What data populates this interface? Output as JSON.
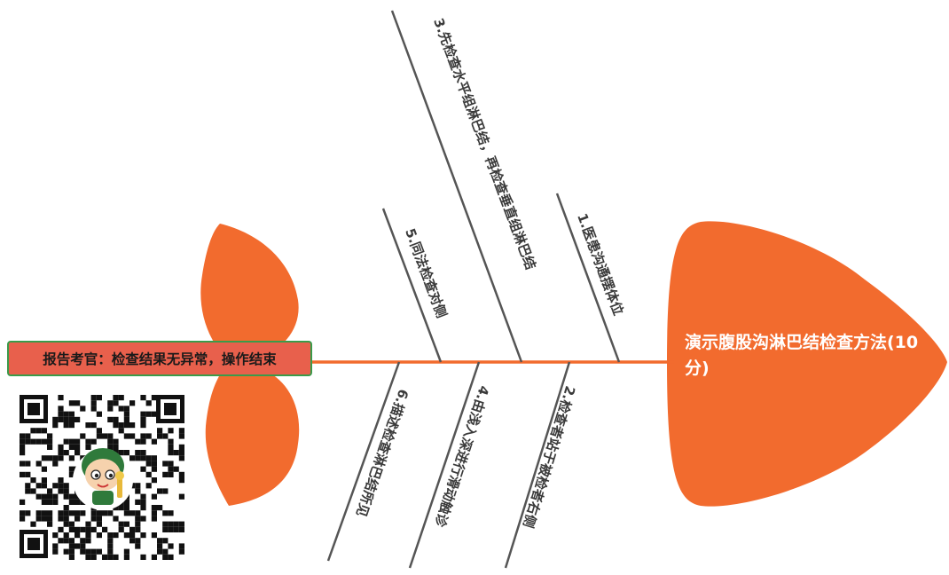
{
  "diagram": {
    "head_title": "演示腹股沟淋巴结检查方法(10分)",
    "tail_label": "报告考官：检查结果无异常，操作结束",
    "bones": [
      {
        "id": "bone-1",
        "label": "1.医患沟通摆体位"
      },
      {
        "id": "bone-2",
        "label": "2.检查者站于被检者右侧"
      },
      {
        "id": "bone-3",
        "label": "3.先检查水平组淋巴结，再检查垂直组淋巴结"
      },
      {
        "id": "bone-4",
        "label": "4.由浅入深进行滑动触诊"
      },
      {
        "id": "bone-5",
        "label": "5.同法检查对侧"
      },
      {
        "id": "bone-6",
        "label": "6.描述检查淋巴结所见"
      }
    ],
    "colors": {
      "fish_orange": "#f26b2e",
      "spine": "#f26b2e",
      "bone_line": "#555555",
      "result_fill": "#e8604c",
      "result_border": "#3a9b4a"
    },
    "qr_icon": "qr-code-with-cartoon-mascot"
  }
}
